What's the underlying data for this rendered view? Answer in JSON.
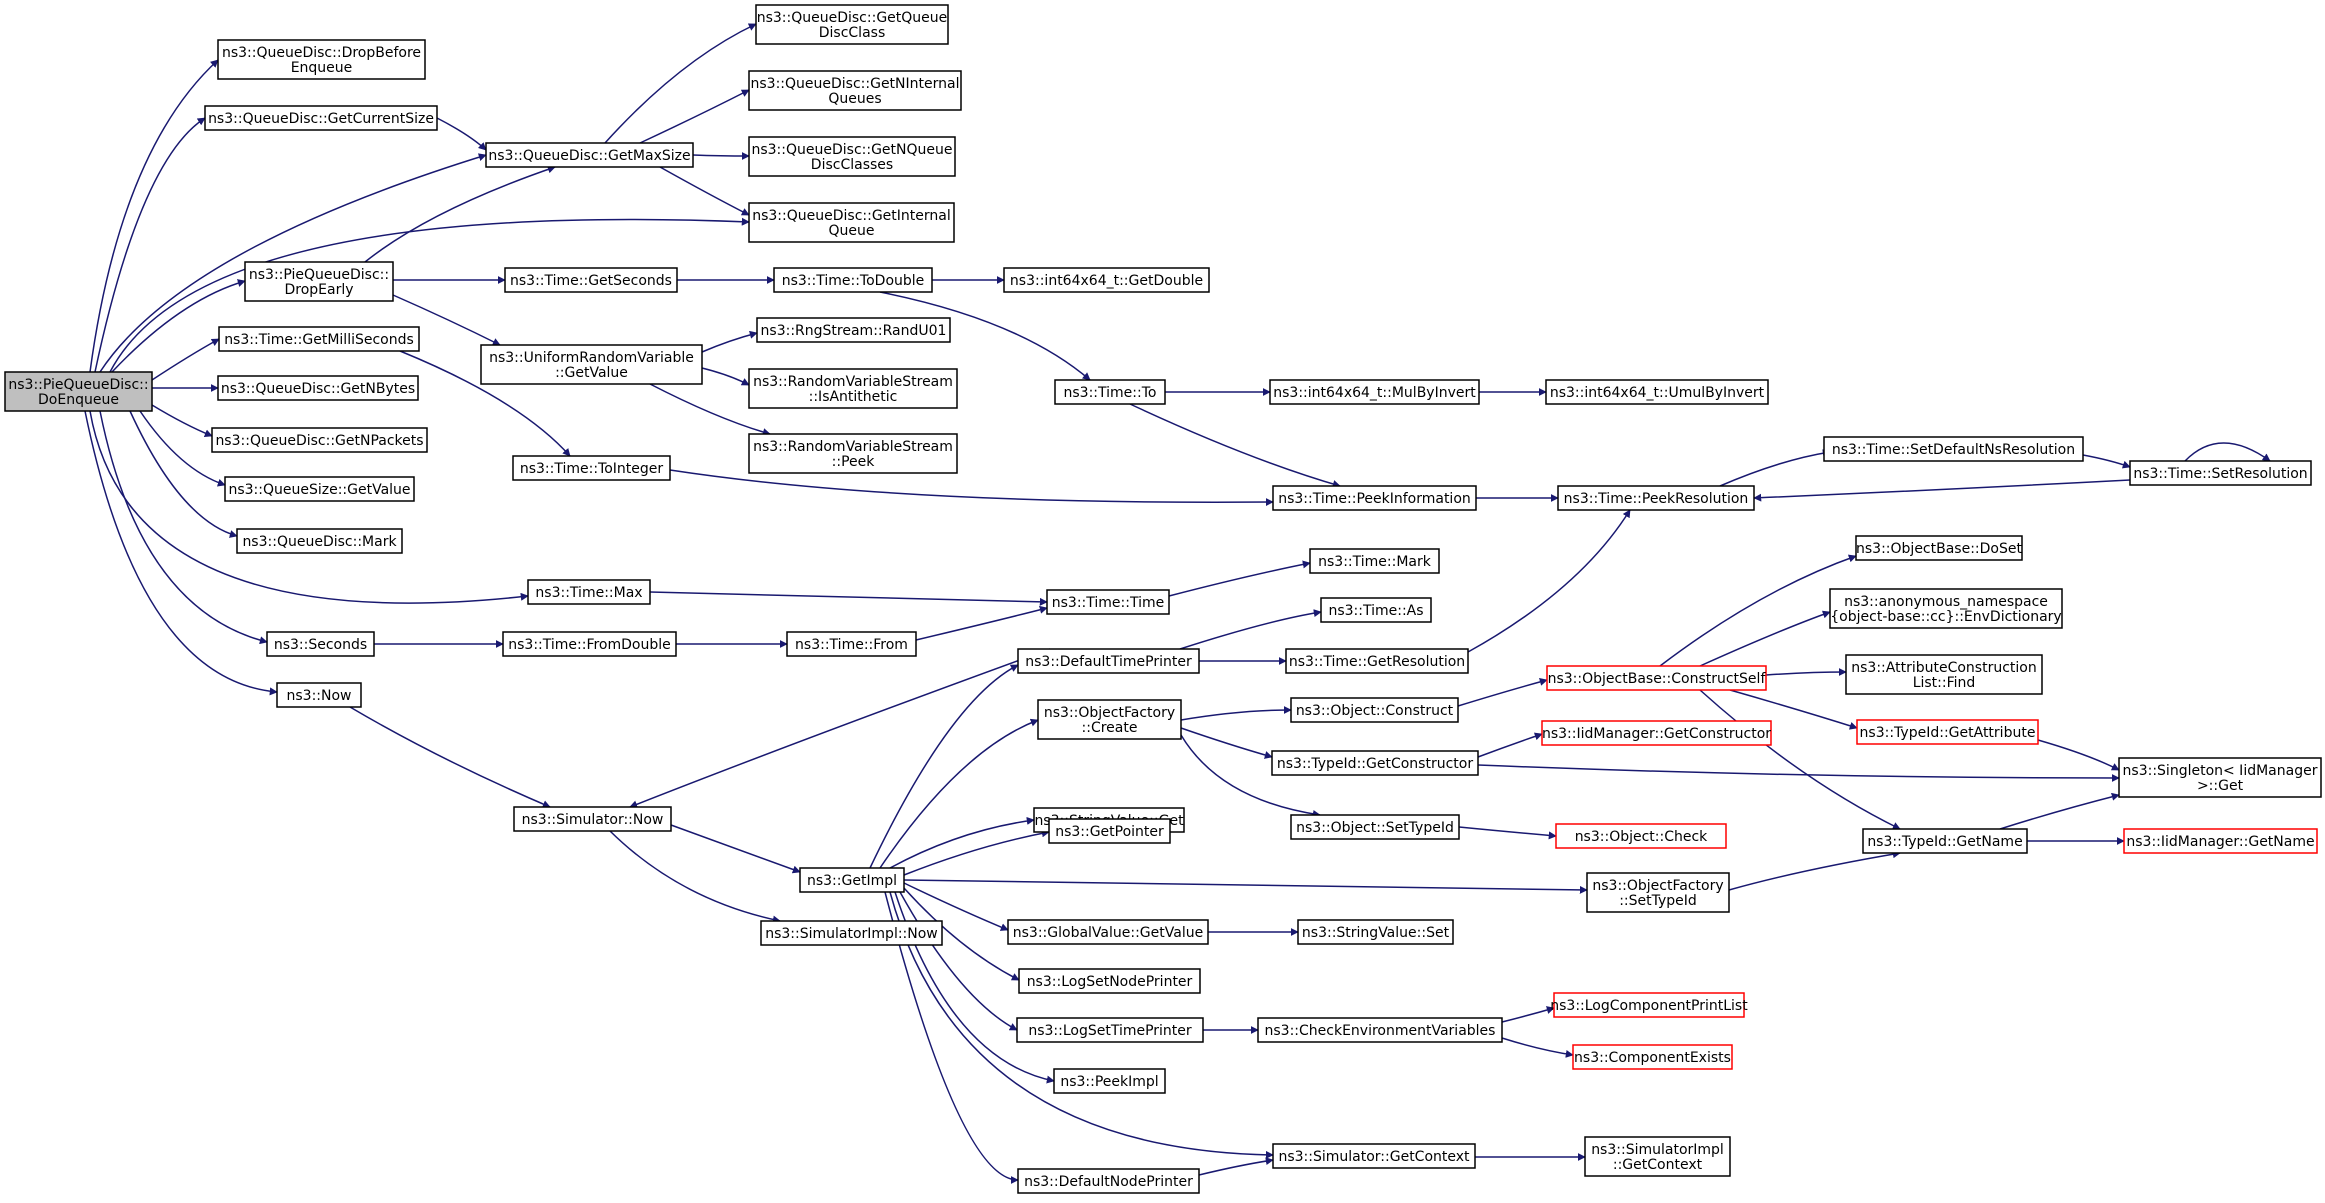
{
  "colors": {
    "edge": "#191970",
    "node_border": "#000000",
    "node_border_incomplete": "#ff0000",
    "root_fill": "#bfbfbf",
    "node_fill": "#ffffff"
  },
  "nodes": {
    "doenqueue": {
      "lines": [
        "ns3::PieQueueDisc::",
        "DoEnqueue"
      ],
      "root": true
    },
    "dropbeforeenqueue": {
      "lines": [
        "ns3::QueueDisc::DropBefore",
        "Enqueue"
      ]
    },
    "getcurrentsize": {
      "lines": [
        "ns3::QueueDisc::GetCurrentSize"
      ]
    },
    "getmaxsize": {
      "lines": [
        "ns3::QueueDisc::GetMaxSize"
      ]
    },
    "getqueuediscclass": {
      "lines": [
        "ns3::QueueDisc::GetQueue",
        "DiscClass"
      ]
    },
    "getninternalqueues": {
      "lines": [
        "ns3::QueueDisc::GetNInternal",
        "Queues"
      ]
    },
    "getnqueuediscclasses": {
      "lines": [
        "ns3::QueueDisc::GetNQueue",
        "DiscClasses"
      ]
    },
    "getinternalqueue": {
      "lines": [
        "ns3::QueueDisc::GetInternal",
        "Queue"
      ]
    },
    "dropearly": {
      "lines": [
        "ns3::PieQueueDisc::",
        "DropEarly"
      ]
    },
    "getseconds": {
      "lines": [
        "ns3::Time::GetSeconds"
      ]
    },
    "todouble": {
      "lines": [
        "ns3::Time::ToDouble"
      ]
    },
    "getdouble": {
      "lines": [
        "ns3::int64x64_t::GetDouble"
      ]
    },
    "getmilliseconds": {
      "lines": [
        "ns3::Time::GetMilliSeconds"
      ]
    },
    "urv_getvalue": {
      "lines": [
        "ns3::UniformRandomVariable",
        "::GetValue"
      ]
    },
    "randu01": {
      "lines": [
        "ns3::RngStream::RandU01"
      ]
    },
    "isantithetic": {
      "lines": [
        "ns3::RandomVariableStream",
        "::IsAntithetic"
      ]
    },
    "rvs_peek": {
      "lines": [
        "ns3::RandomVariableStream",
        "::Peek"
      ]
    },
    "getnbytes": {
      "lines": [
        "ns3::QueueDisc::GetNBytes"
      ]
    },
    "getnpackets": {
      "lines": [
        "ns3::QueueDisc::GetNPackets"
      ]
    },
    "qs_getvalue": {
      "lines": [
        "ns3::QueueSize::GetValue"
      ]
    },
    "qd_mark": {
      "lines": [
        "ns3::QueueDisc::Mark"
      ]
    },
    "time_to": {
      "lines": [
        "ns3::Time::To"
      ]
    },
    "mulbyinvert": {
      "lines": [
        "ns3::int64x64_t::MulByInvert"
      ]
    },
    "umulbyinvert": {
      "lines": [
        "ns3::int64x64_t::UmulByInvert"
      ]
    },
    "tointeger": {
      "lines": [
        "ns3::Time::ToInteger"
      ]
    },
    "peekinformation": {
      "lines": [
        "ns3::Time::PeekInformation"
      ]
    },
    "peekresolution": {
      "lines": [
        "ns3::Time::PeekResolution"
      ]
    },
    "setdefaultnsresolution": {
      "lines": [
        "ns3::Time::SetDefaultNsResolution"
      ]
    },
    "setresolution": {
      "lines": [
        "ns3::Time::SetResolution"
      ]
    },
    "time_max": {
      "lines": [
        "ns3::Time::Max"
      ]
    },
    "time_time": {
      "lines": [
        "ns3::Time::Time"
      ]
    },
    "time_mark": {
      "lines": [
        "ns3::Time::Mark"
      ]
    },
    "seconds": {
      "lines": [
        "ns3::Seconds"
      ]
    },
    "fromdouble": {
      "lines": [
        "ns3::Time::FromDouble"
      ]
    },
    "time_from": {
      "lines": [
        "ns3::Time::From"
      ]
    },
    "time_as": {
      "lines": [
        "ns3::Time::As"
      ]
    },
    "defaulttimeprinter": {
      "lines": [
        "ns3::DefaultTimePrinter"
      ]
    },
    "getresolution": {
      "lines": [
        "ns3::Time::GetResolution"
      ]
    },
    "ob_doset": {
      "lines": [
        "ns3::ObjectBase::DoSet"
      ]
    },
    "envdictionary": {
      "lines": [
        "ns3::anonymous_namespace",
        "{object-base::cc}::EnvDictionary"
      ]
    },
    "constructself": {
      "lines": [
        "ns3::ObjectBase::ConstructSelf"
      ],
      "incomplete": true
    },
    "attrlistfind": {
      "lines": [
        "ns3::AttributeConstruction",
        "List::Find"
      ]
    },
    "now": {
      "lines": [
        "ns3::Now"
      ]
    },
    "objectfactory_create": {
      "lines": [
        "ns3::ObjectFactory",
        "::Create"
      ]
    },
    "object_construct": {
      "lines": [
        "ns3::Object::Construct"
      ]
    },
    "typeid_getattribute": {
      "lines": [
        "ns3::TypeId::GetAttribute"
      ],
      "incomplete": true
    },
    "iidmanager_getconstructor": {
      "lines": [
        "ns3::IidManager::GetConstructor"
      ],
      "incomplete": true
    },
    "typeid_getconstructor": {
      "lines": [
        "ns3::TypeId::GetConstructor"
      ]
    },
    "singleton_get": {
      "lines": [
        "ns3::Singleton< IidManager",
        ">::Get"
      ]
    },
    "stringvalue_get": {
      "lines": [
        "ns3::StringValue::Get"
      ]
    },
    "simulator_now": {
      "lines": [
        "ns3::Simulator::Now"
      ]
    },
    "getpointer": {
      "lines": [
        "ns3::GetPointer"
      ]
    },
    "object_settypeid": {
      "lines": [
        "ns3::Object::SetTypeId"
      ]
    },
    "object_check": {
      "lines": [
        "ns3::Object::Check"
      ],
      "incomplete": true
    },
    "getimpl": {
      "lines": [
        "ns3::GetImpl"
      ]
    },
    "typeid_getname": {
      "lines": [
        "ns3::TypeId::GetName"
      ]
    },
    "iidmanager_getname": {
      "lines": [
        "ns3::IidManager::GetName"
      ],
      "incomplete": true
    },
    "of_settypeid": {
      "lines": [
        "ns3::ObjectFactory",
        "::SetTypeId"
      ]
    },
    "simulatorimpl_now": {
      "lines": [
        "ns3::SimulatorImpl::Now"
      ]
    },
    "globalvalue_getvalue": {
      "lines": [
        "ns3::GlobalValue::GetValue"
      ]
    },
    "stringvalue_set": {
      "lines": [
        "ns3::StringValue::Set"
      ]
    },
    "logsetnodeprinter": {
      "lines": [
        "ns3::LogSetNodePrinter"
      ]
    },
    "logsettimeprinter": {
      "lines": [
        "ns3::LogSetTimePrinter"
      ]
    },
    "checkenvvars": {
      "lines": [
        "ns3::CheckEnvironmentVariables"
      ]
    },
    "logcomponentprintlist": {
      "lines": [
        "ns3::LogComponentPrintList"
      ],
      "incomplete": true
    },
    "componentexists": {
      "lines": [
        "ns3::ComponentExists"
      ],
      "incomplete": true
    },
    "peekimpl": {
      "lines": [
        "ns3::PeekImpl"
      ]
    },
    "simulator_getcontext": {
      "lines": [
        "ns3::Simulator::GetContext"
      ]
    },
    "simulatorimpl_getcontext": {
      "lines": [
        "ns3::SimulatorImpl",
        "::GetContext"
      ]
    },
    "defaultnodeprinter": {
      "lines": [
        "ns3::DefaultNodePrinter"
      ]
    }
  }
}
